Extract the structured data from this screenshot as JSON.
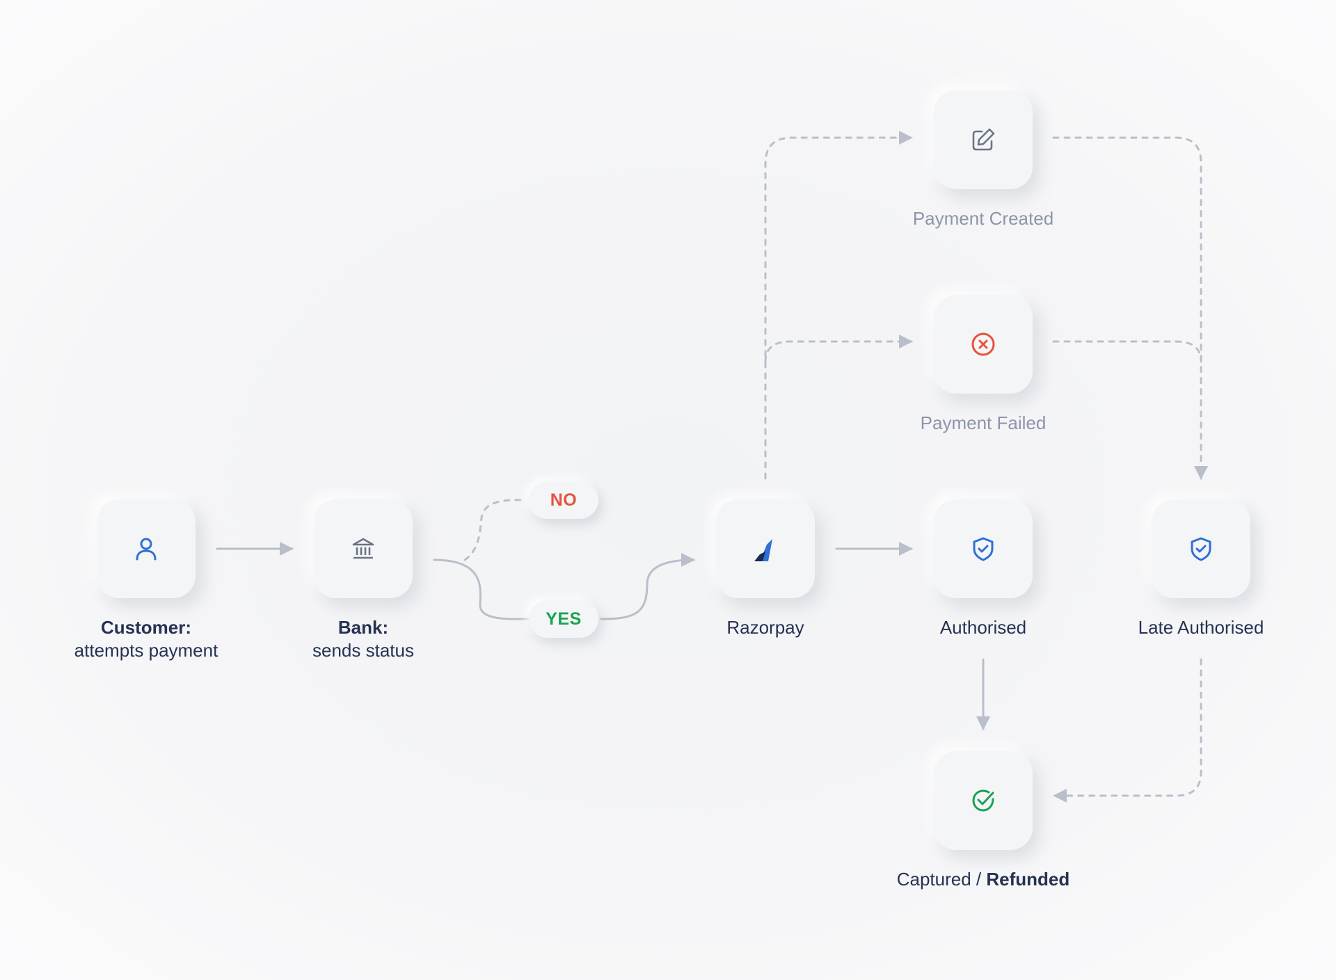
{
  "colors": {
    "background": "#f4f5f7",
    "connector": "#b9bfca",
    "text_dark": "#253352",
    "text_muted": "#8c95a8",
    "blue": "#2f6fd6",
    "red": "#e5533d",
    "green": "#1aa253",
    "gray_icon": "#6b7385"
  },
  "nodes": {
    "customer": {
      "icon": "user-icon",
      "title": "Customer:",
      "subtitle": "attempts payment"
    },
    "bank": {
      "icon": "bank-icon",
      "title": "Bank:",
      "subtitle": "sends status"
    },
    "razorpay": {
      "icon": "razorpay-logo-icon",
      "label": "Razorpay"
    },
    "payment_created": {
      "icon": "edit-icon",
      "label": "Payment Created"
    },
    "payment_failed": {
      "icon": "cross-circle-icon",
      "label": "Payment Failed"
    },
    "authorised": {
      "icon": "shield-check-icon",
      "label": "Authorised"
    },
    "late_authorised": {
      "icon": "shield-check-icon",
      "label": "Late Authorised"
    },
    "captured": {
      "icon": "check-circle-icon",
      "label_prefix": "Captured / ",
      "label_strong": "Refunded"
    }
  },
  "decisions": {
    "no": "NO",
    "yes": "YES"
  }
}
